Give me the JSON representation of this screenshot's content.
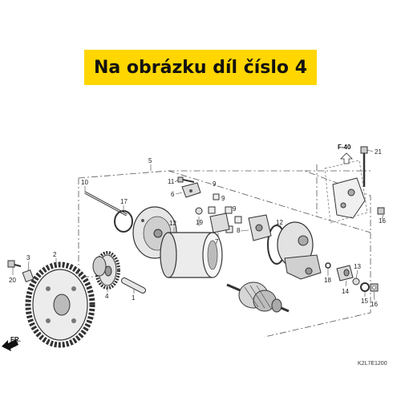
{
  "banner": {
    "text": "Na obrázku díl číslo 4",
    "color": "#ffd600"
  },
  "labels": [
    {
      "id": "1",
      "text": "1"
    },
    {
      "id": "2",
      "text": "2"
    },
    {
      "id": "3",
      "text": "3"
    },
    {
      "id": "4",
      "text": "4"
    },
    {
      "id": "5",
      "text": "5"
    },
    {
      "id": "6",
      "text": "6"
    },
    {
      "id": "7",
      "text": "7"
    },
    {
      "id": "8",
      "text": "8"
    },
    {
      "id": "9a",
      "text": "9"
    },
    {
      "id": "9b",
      "text": "9"
    },
    {
      "id": "9c",
      "text": "9"
    },
    {
      "id": "10",
      "text": "10"
    },
    {
      "id": "11",
      "text": "11"
    },
    {
      "id": "12a",
      "text": "12"
    },
    {
      "id": "12b",
      "text": "12"
    },
    {
      "id": "13",
      "text": "13"
    },
    {
      "id": "14",
      "text": "14"
    },
    {
      "id": "15",
      "text": "15"
    },
    {
      "id": "16a",
      "text": "16"
    },
    {
      "id": "16b",
      "text": "16"
    },
    {
      "id": "17",
      "text": "17"
    },
    {
      "id": "18",
      "text": "18"
    },
    {
      "id": "19",
      "text": "19"
    },
    {
      "id": "20",
      "text": "20"
    },
    {
      "id": "21",
      "text": "21"
    }
  ],
  "ref": "F-40",
  "direction": "FR.",
  "diagram_code": "K2L7E1200"
}
